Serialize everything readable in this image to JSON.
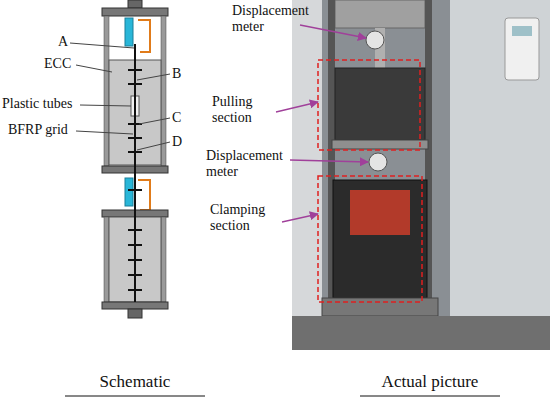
{
  "diagram": {
    "labels": [
      "Displacement meter",
      "A",
      "ECC",
      "B",
      "Plastic tubes",
      "C",
      "BFRP grid",
      "D",
      "Pulling section",
      "Displacement meter",
      "Clamping section",
      "Schematic",
      "Actual picture"
    ]
  }
}
